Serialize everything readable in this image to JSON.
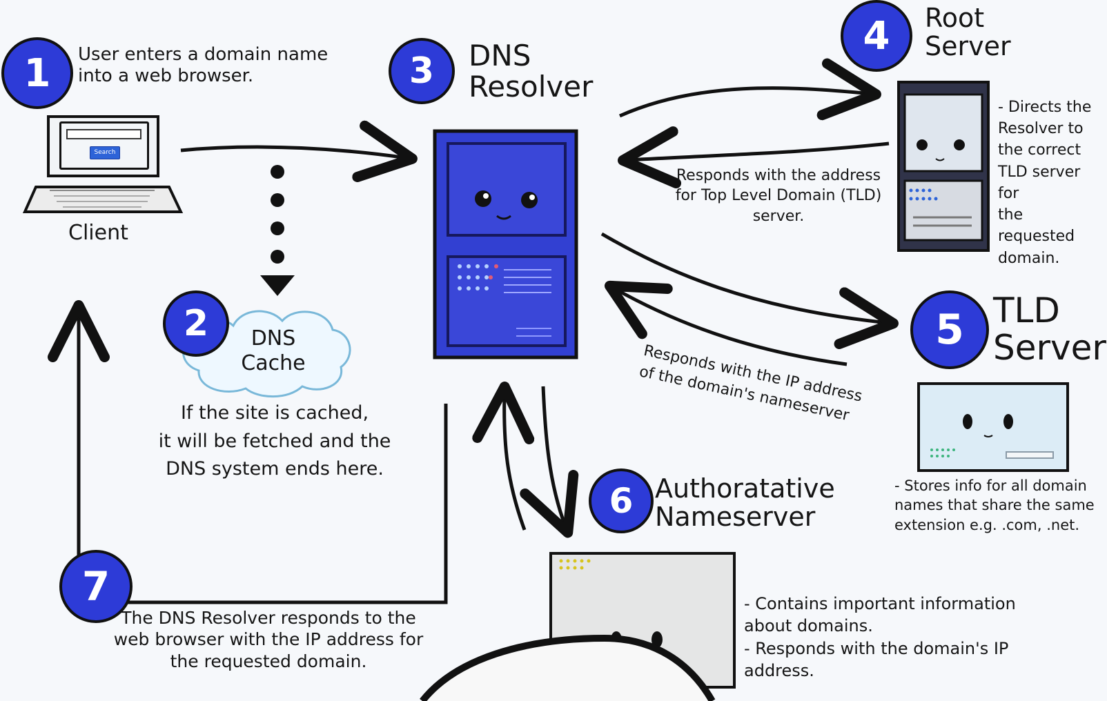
{
  "steps": [
    {
      "number": "1",
      "text": "User enters a domain name\ninto a web browser."
    },
    {
      "number": "2",
      "text": "DNS\nCache"
    },
    {
      "number": "3",
      "text": "DNS\nResolver"
    },
    {
      "number": "4",
      "text": "Root\nServer"
    },
    {
      "number": "5",
      "text": "TLD\nServer"
    },
    {
      "number": "6",
      "text": "Authoratative\nNameserver"
    },
    {
      "number": "7",
      "text": "The DNS Resolver responds to the\nweb browser with the IP address for\nthe requested domain."
    }
  ],
  "client": {
    "label": "Client",
    "search_label": "Search"
  },
  "cache_note": "If the site is cached,\nit will be fetched and the\nDNS system ends here.",
  "root_response": "Responds with the address\nfor Top Level Domain (TLD)\nserver.",
  "tld_response": "Responds with the IP address\nof the domain's nameserver",
  "root_desc": "- Directs the\nResolver to\nthe correct\nTLD server for\nthe requested\ndomain.",
  "tld_desc": "- Stores info for all domain\nnames that share the same\nextension e.g. .com, .net.",
  "auth_desc": "- Contains important information\nabout domains.\n- Responds with the domain's IP\naddress.",
  "colors": {
    "accent": "#2d3bd7",
    "ink": "#111111",
    "server_blue": "#3341cf",
    "screen_light": "#dfe6ee"
  }
}
